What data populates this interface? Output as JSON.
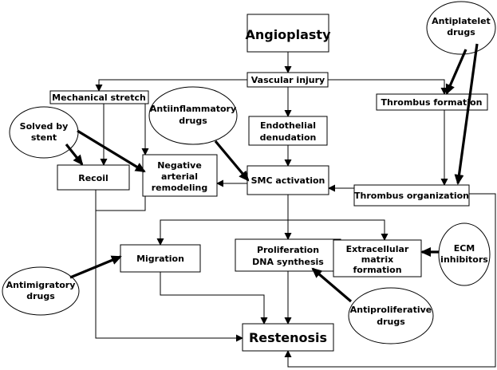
{
  "nodes": {
    "angioplasty": [
      "Angioplasty"
    ],
    "vascular_injury": [
      "Vascular injury"
    ],
    "mechanical_stretch": [
      "Mechanical stretch"
    ],
    "thrombus_formation": [
      "Thrombus formation"
    ],
    "endothelial_denudation": [
      "Endothelial",
      "denudation"
    ],
    "recoil": [
      "Recoil"
    ],
    "negative_arterial_remodeling": [
      "Negative",
      "arterial",
      "remodeling"
    ],
    "smc_activation": [
      "SMC activation"
    ],
    "thrombus_organization": [
      "Thrombus organization"
    ],
    "migration": [
      "Migration"
    ],
    "proliferation": [
      "Proliferation",
      "DNA synthesis"
    ],
    "extracellular_matrix": [
      "Extracellular",
      "matrix",
      "formation"
    ],
    "restenosis": [
      "Restenosis"
    ]
  },
  "interventions": {
    "antiplatelet": [
      "Antiplatelet",
      "drugs"
    ],
    "solved_by_stent": [
      "Solved by",
      "stent"
    ],
    "antiinflammatory": [
      "Antiinflammatory",
      "drugs"
    ],
    "ecm_inhibitors": [
      "ECM",
      "inhibitors"
    ],
    "antimigratory": [
      "Antimigratory",
      "drugs"
    ],
    "antiproliferative": [
      "Antiproliferative",
      "drugs"
    ]
  }
}
